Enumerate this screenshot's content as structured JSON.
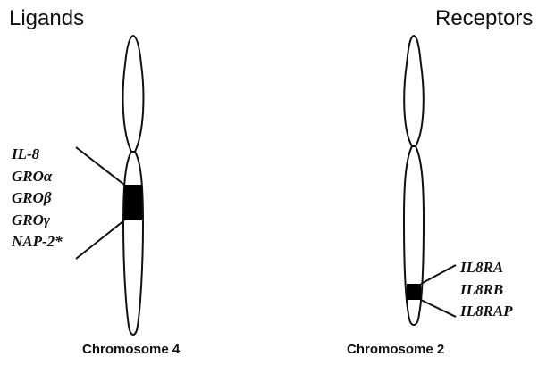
{
  "headings": {
    "ligands": "Ligands",
    "receptors": "Receptors"
  },
  "chromosomes": {
    "left_label": "Chromosome 4",
    "right_label": "Chromosome 2"
  },
  "ligand_genes": [
    "IL-8",
    "GROα",
    "GROβ",
    "GROγ",
    "NAP-2*"
  ],
  "receptor_genes": [
    "IL8RA",
    "IL8RB",
    "IL8RAP"
  ],
  "colors": {
    "ink": "#111111",
    "band": "#000000",
    "background": "#ffffff"
  }
}
